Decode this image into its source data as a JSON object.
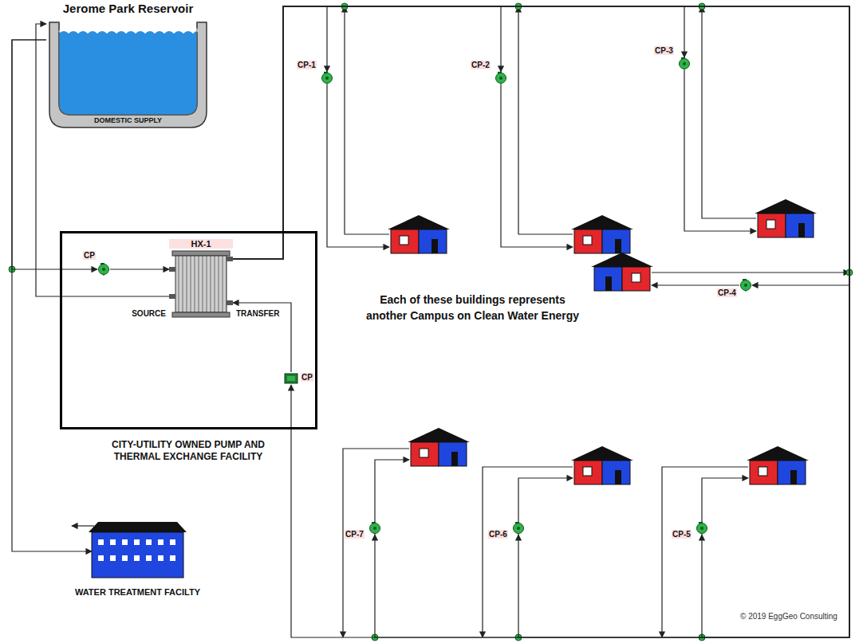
{
  "diagram": {
    "nodes": [
      {
        "text": [
          "Jerome Park Reservoir",
          "DOMESTIC SUPPLY"
        ]
      },
      {
        "text": [
          "CP-1"
        ]
      },
      {
        "text": [
          "CP-2"
        ]
      },
      {
        "text": [
          "CP-3"
        ]
      },
      {
        "text": [
          "CITY-UTILITY OWNED PUMP AND THERMAL EXCHANGE FACILITY"
        ]
      },
      {
        "text": [
          "CP"
        ],
        "in": 4
      },
      {
        "text": [
          "HX-1",
          "SOURCE",
          "TRANSFER"
        ],
        "in": 4
      },
      {
        "text": [
          "CP"
        ],
        "in": 4
      },
      {
        "text": [
          "CP-4"
        ]
      },
      {
        "text": [
          "CP-7"
        ]
      },
      {
        "text": [
          "CP-6"
        ]
      },
      {
        "text": [
          "CP-5"
        ]
      },
      {
        "text": [
          "WATER TREATMENT FACILTY"
        ]
      }
    ],
    "edges": [
      {
        "from": 0,
        "to": 5,
        "arrow": "to"
      },
      {
        "from": 5,
        "to": 6,
        "arrow": "to"
      },
      {
        "from": 6,
        "to": 0,
        "arrow": "to"
      },
      {
        "from": 0,
        "to": 12,
        "arrow": "to"
      },
      {
        "from": 6,
        "to": 1,
        "arrow": "to"
      },
      {
        "from": 6,
        "to": 2,
        "arrow": "to"
      },
      {
        "from": 6,
        "to": 3,
        "arrow": "to"
      },
      {
        "from": 6,
        "to": 8,
        "arrow": "to"
      },
      {
        "from": 6,
        "to": 11,
        "arrow": "to"
      },
      {
        "from": 6,
        "to": 10,
        "arrow": "to"
      },
      {
        "from": 6,
        "to": 9,
        "arrow": "to"
      },
      {
        "from": 6,
        "to": 7,
        "arrow": "to"
      },
      {
        "from": 7,
        "to": 6,
        "arrow": "to"
      }
    ],
    "labels": [
      "Each of these buildings represents another Campus on Clean Water Energy",
      "© 2019 EggGeo Consulting"
    ]
  }
}
